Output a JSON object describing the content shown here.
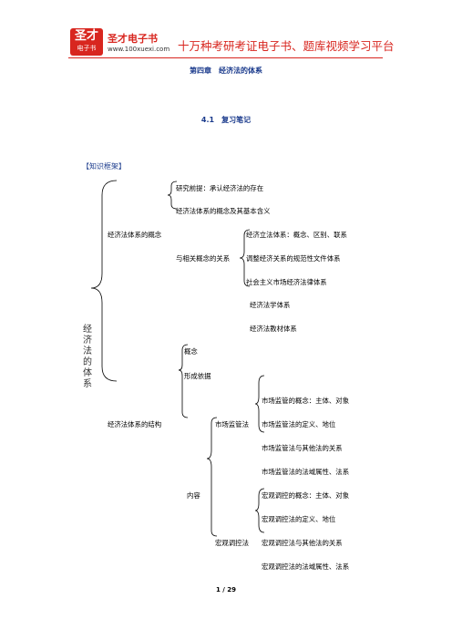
{
  "header": {
    "logo_top": "圣才",
    "logo_bottom": "电子书",
    "brand": "圣才电子书",
    "url": "www.100xuexi.com",
    "slogan": "十万种考研考证电子书、题库视频学习平台"
  },
  "chapter_title": "第四章　经济法的体系",
  "section_title": "4.1　复习笔记",
  "framework_label": "【知识框架】",
  "tree": {
    "root": [
      "经",
      "济",
      "法",
      "的",
      "体",
      "系"
    ],
    "concept": {
      "label": "经济法体系的概念",
      "items": [
        "研究前提：承认经济法的存在",
        "经济法体系的概念及其基本含义"
      ],
      "related": {
        "label": "与相关概念的关系",
        "items": [
          "经济立法体系：概念、区别、联系",
          "调整经济关系的规范性文件体系",
          "社会主义市场经济法律体系"
        ]
      },
      "extra": [
        "经济法学体系",
        "经济法教材体系"
      ]
    },
    "structure": {
      "label": "经济法体系的结构",
      "items": [
        "概念",
        "形成依据"
      ],
      "content": {
        "label": "内容",
        "market": {
          "label": "市场监管法",
          "items": [
            "市场监管的概念：主体、对象",
            "市场监管法的定义、地位",
            "市场监管法与其他法的关系",
            "市场监管法的法域属性、法系"
          ]
        },
        "macro": {
          "label": "宏观调控法",
          "items": [
            "宏观调控的概念：主体、对象",
            "宏观调控法的定义、地位",
            "宏观调控法与其他法的关系",
            "宏观调控法的法域属性、法系"
          ]
        }
      }
    }
  },
  "footer": {
    "page": "1 / 29"
  }
}
